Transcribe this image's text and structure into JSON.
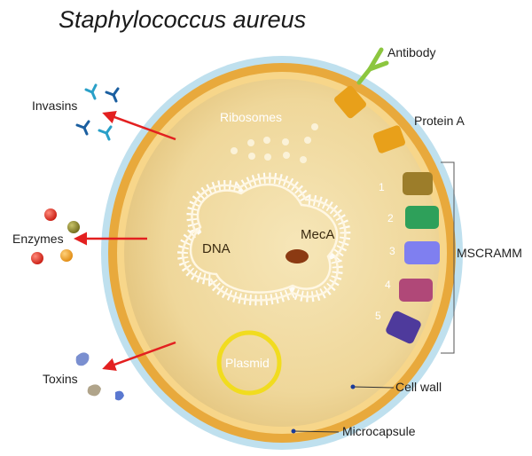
{
  "title": "Staphylococcus aureus",
  "labels": {
    "antibody": "Antibody",
    "protein_a": "Protein A",
    "ribosomes": "Ribosomes",
    "invasins": "Invasins",
    "enzymes": "Enzymes",
    "toxins": "Toxins",
    "dna": "DNA",
    "meca": "MecA",
    "plasmid": "Plasmid",
    "mscramm": "MSCRAMM",
    "cell_wall": "Cell wall",
    "microcapsule": "Microcapsule"
  },
  "mscramm_numbers": [
    "1",
    "2",
    "3",
    "4",
    "5"
  ],
  "colors": {
    "cytoplasm": "#efd79a",
    "cell_wall": "#e8a93c",
    "microcapsule": "#bfe0ee",
    "arrow": "#e32020",
    "protein_a": "#e8a01a",
    "antibody": "#8cc63f",
    "mscramm_1": "#9c7d2a",
    "mscramm_2": "#2ea05a",
    "mscramm_3": "#7f7ff0",
    "mscramm_4": "#b04878",
    "mscramm_5": "#4e3a9c",
    "meca": "#8b3a12",
    "plasmid": "#f1dc1f"
  }
}
